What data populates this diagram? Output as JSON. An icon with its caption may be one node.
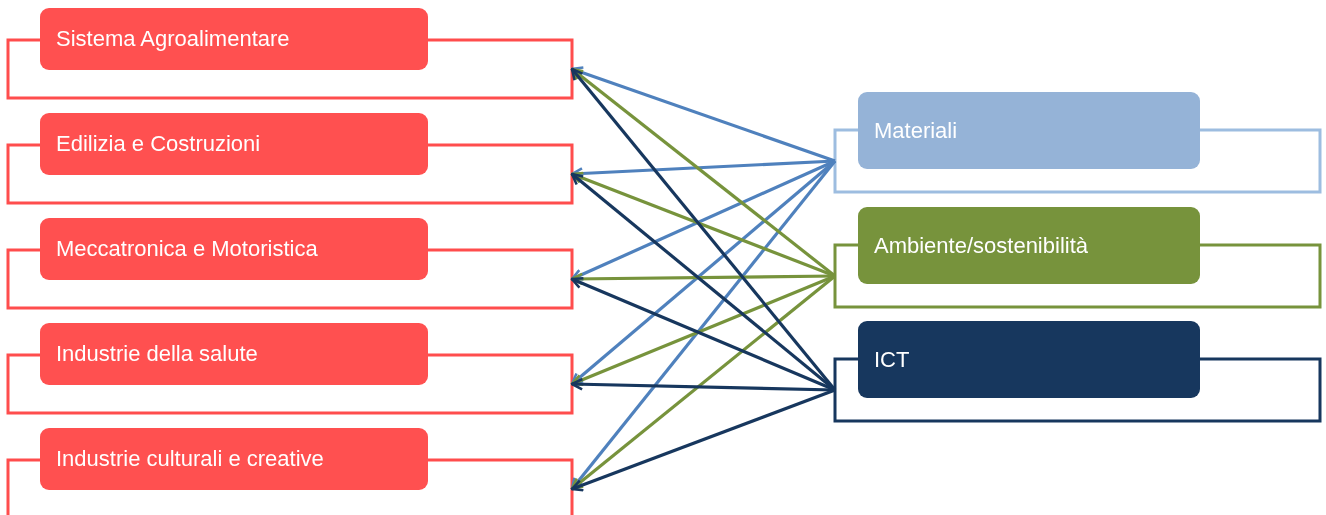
{
  "diagram": {
    "nodes": [
      {
        "text": [
          "Sistema Agroalimentare"
        ]
      },
      {
        "text": [
          "Edilizia e Costruzioni"
        ]
      },
      {
        "text": [
          "Meccatronica e Motoristica"
        ]
      },
      {
        "text": [
          "Industrie della salute"
        ]
      },
      {
        "text": [
          "Industrie culturali e creative"
        ]
      },
      {
        "text": [
          "Materiali"
        ]
      },
      {
        "text": [
          "Ambiente/sostenibilità"
        ]
      },
      {
        "text": [
          "ICT"
        ]
      }
    ],
    "edges": [
      {
        "from": 5,
        "to": 0,
        "arrow": "to",
        "color": "#4f81bd"
      },
      {
        "from": 5,
        "to": 1,
        "arrow": "to",
        "color": "#4f81bd"
      },
      {
        "from": 5,
        "to": 2,
        "arrow": "to",
        "color": "#4f81bd"
      },
      {
        "from": 5,
        "to": 3,
        "arrow": "to",
        "color": "#4f81bd"
      },
      {
        "from": 5,
        "to": 4,
        "arrow": "to",
        "color": "#4f81bd"
      },
      {
        "from": 6,
        "to": 0,
        "arrow": "to",
        "color": "#77933c"
      },
      {
        "from": 6,
        "to": 1,
        "arrow": "to",
        "color": "#77933c"
      },
      {
        "from": 6,
        "to": 2,
        "arrow": "to",
        "color": "#77933c"
      },
      {
        "from": 6,
        "to": 3,
        "arrow": "to",
        "color": "#77933c"
      },
      {
        "from": 6,
        "to": 4,
        "arrow": "to",
        "color": "#77933c"
      },
      {
        "from": 7,
        "to": 0,
        "arrow": "to",
        "color": "#17375e"
      },
      {
        "from": 7,
        "to": 1,
        "arrow": "to",
        "color": "#17375e"
      },
      {
        "from": 7,
        "to": 2,
        "arrow": "to",
        "color": "#17375e"
      },
      {
        "from": 7,
        "to": 3,
        "arrow": "to",
        "color": "#17375e"
      },
      {
        "from": 7,
        "to": 4,
        "arrow": "to",
        "color": "#17375e"
      }
    ]
  }
}
